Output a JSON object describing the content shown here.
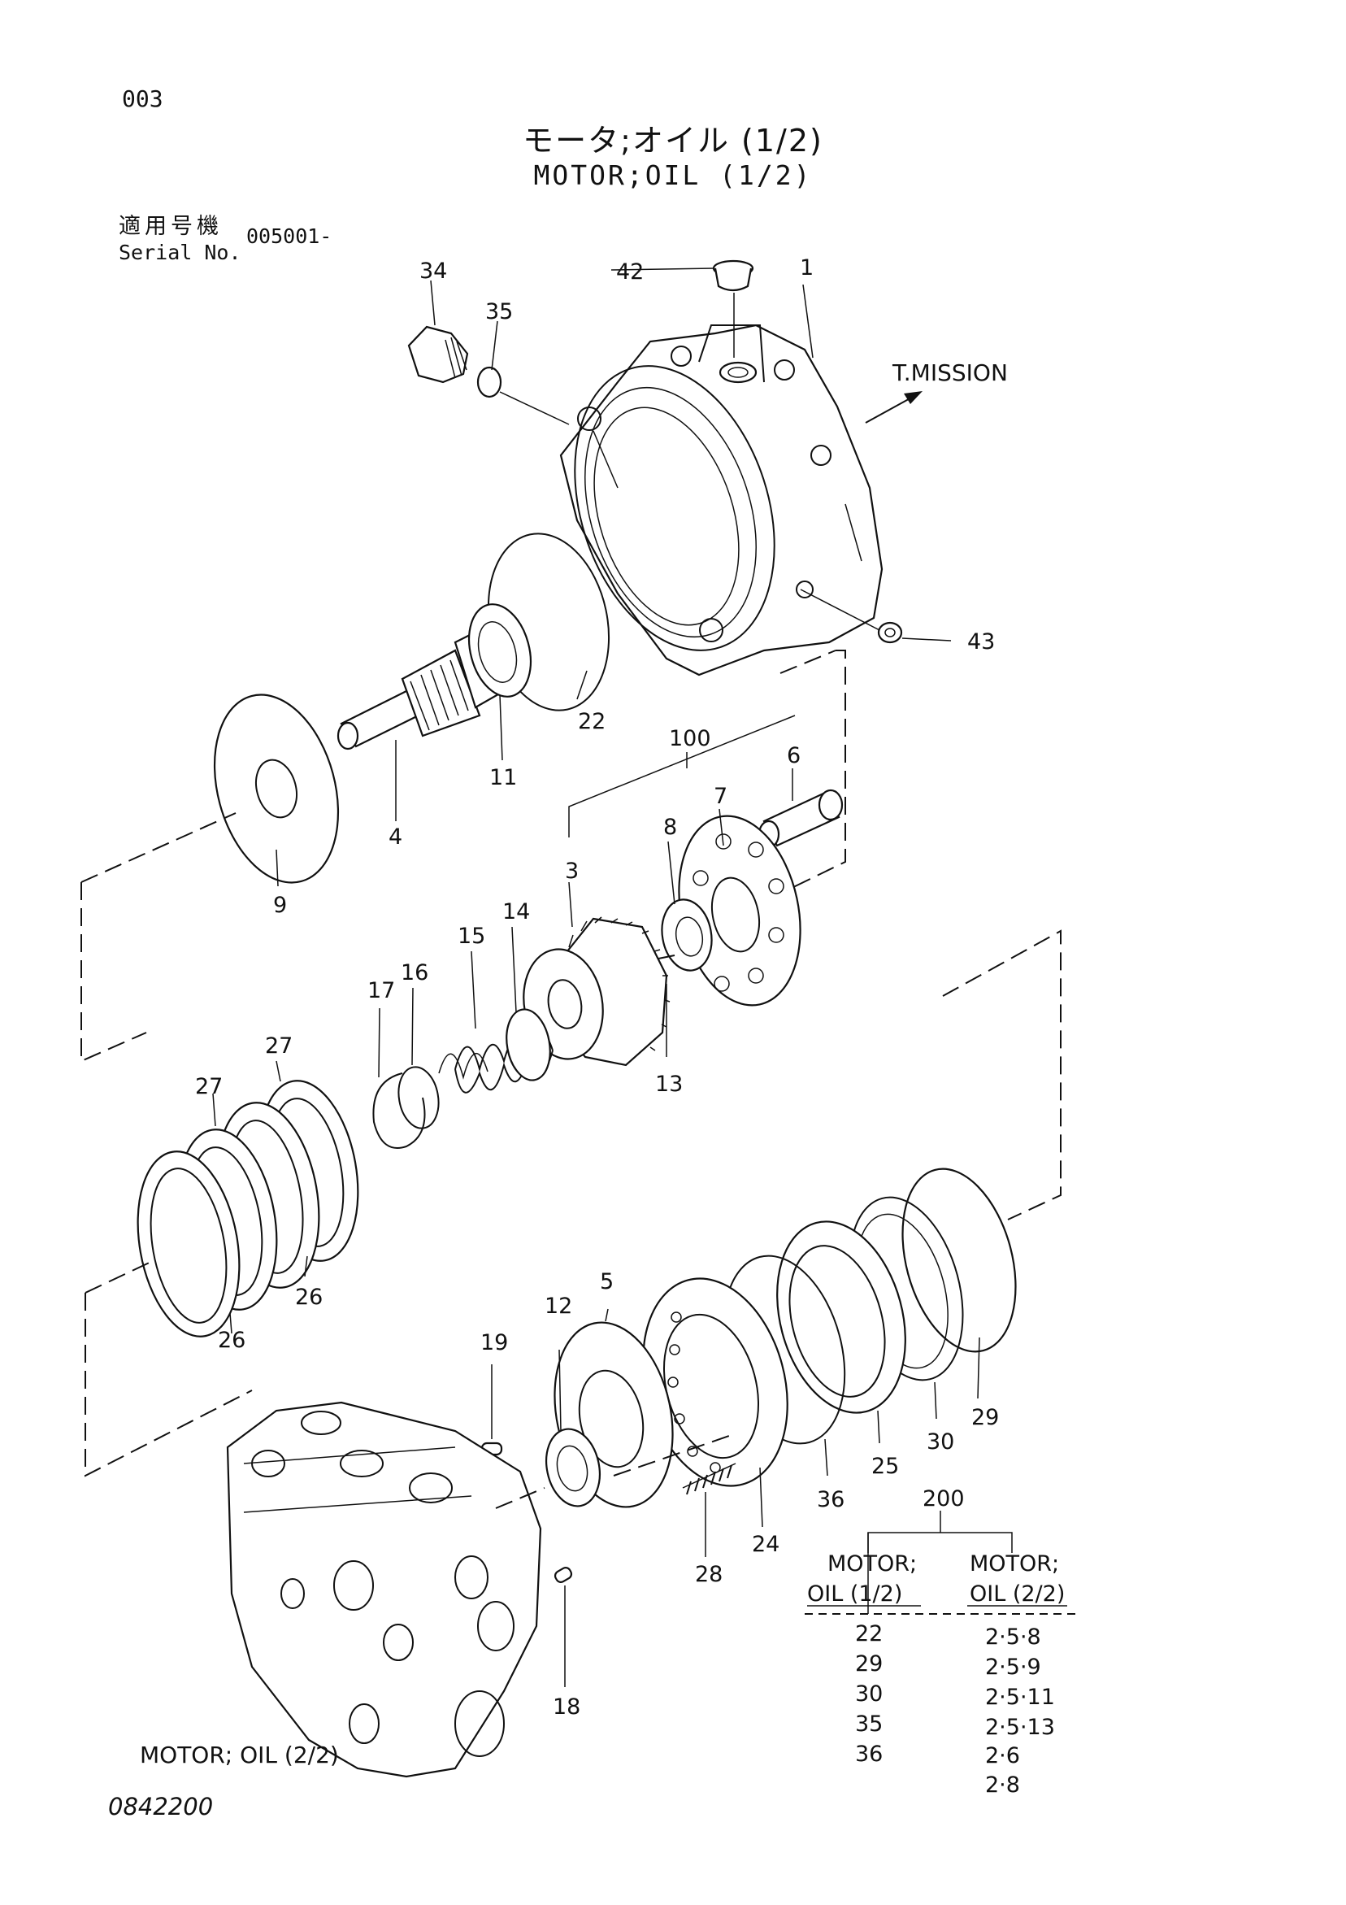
{
  "page_number": "003",
  "title_jp": "モータ;オイル (1/2)",
  "title_en": "MOTOR;OIL (1/2)",
  "serial": {
    "label_jp": "適用号機",
    "label_en": "Serial No.",
    "value": "005001-"
  },
  "arrow_label": "T.MISSION",
  "other_page_label": "MOTOR; OIL (2/2)",
  "document_code": "0842200",
  "callouts": {
    "c1": "1",
    "c3": "3",
    "c4": "4",
    "c5": "5",
    "c6": "6",
    "c7": "7",
    "c8": "8",
    "c9": "9",
    "c11": "11",
    "c12": "12",
    "c13": "13",
    "c14": "14",
    "c15": "15",
    "c16": "16",
    "c17": "17",
    "c18": "18",
    "c19": "19",
    "c22": "22",
    "c24": "24",
    "c25": "25",
    "c26a": "26",
    "c26b": "26",
    "c27a": "27",
    "c27b": "27",
    "c28": "28",
    "c29": "29",
    "c30": "30",
    "c34": "34",
    "c35": "35",
    "c36": "36",
    "c42": "42",
    "c43": "43",
    "c100": "100",
    "c200": "200"
  },
  "kit_table": {
    "kit_number": "200",
    "col1_header": [
      "MOTOR;",
      "OIL (1/2)"
    ],
    "col2_header": [
      "MOTOR;",
      "OIL (2/2)"
    ],
    "col1_items": [
      "22",
      "29",
      "30",
      "35",
      "36"
    ],
    "col2_items": [
      "2·5·8",
      "2·5·9",
      "2·5·11",
      "2·5·13",
      "2·6",
      "2·8"
    ]
  }
}
